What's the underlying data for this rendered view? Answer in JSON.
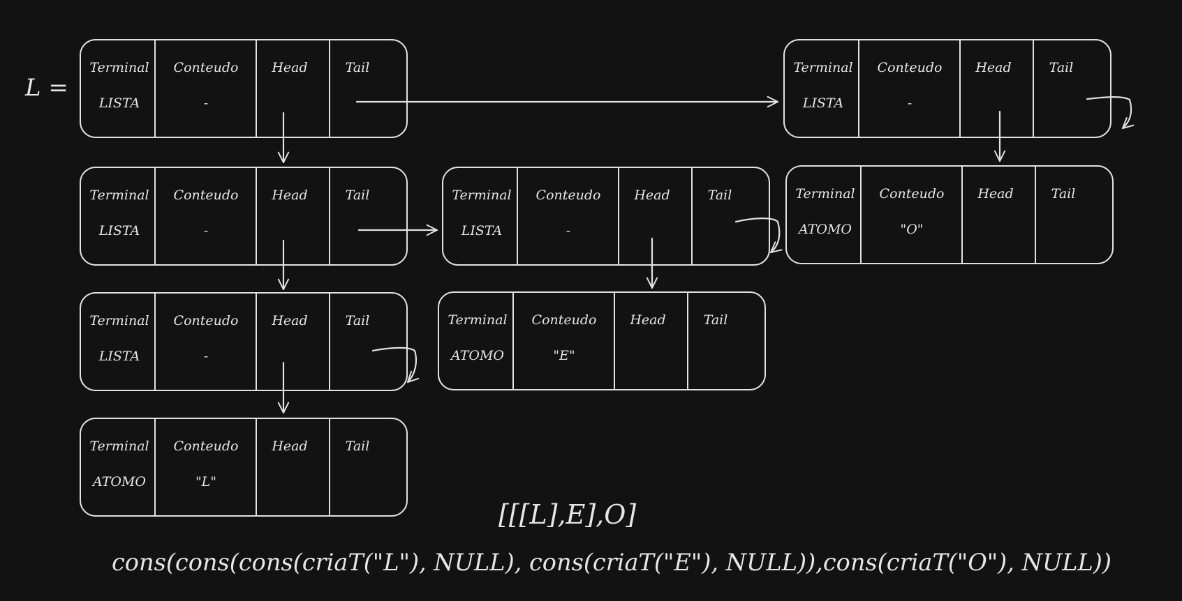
{
  "variable_label": "L =",
  "field_headers": [
    "Terminal",
    "Conteudo",
    "Head",
    "Tail"
  ],
  "nodes": [
    {
      "id": "n1",
      "terminal": "LISTA",
      "conteudo": "-"
    },
    {
      "id": "n2",
      "terminal": "LISTA",
      "conteudo": "-"
    },
    {
      "id": "n3",
      "terminal": "LISTA",
      "conteudo": "-"
    },
    {
      "id": "n4",
      "terminal": "ATOMO",
      "conteudo": "\"L\""
    },
    {
      "id": "n5",
      "terminal": "LISTA",
      "conteudo": "-"
    },
    {
      "id": "n6",
      "terminal": "ATOMO",
      "conteudo": "\"E\""
    },
    {
      "id": "n7",
      "terminal": "LISTA",
      "conteudo": "-"
    },
    {
      "id": "n8",
      "terminal": "ATOMO",
      "conteudo": "\"O\""
    }
  ],
  "list_notation": "[[[L],E],O]",
  "expression": "cons(cons(cons(criaT(\"L\"), NULL), cons(criaT(\"E\"), NULL)),cons(criaT(\"O\"), NULL))"
}
